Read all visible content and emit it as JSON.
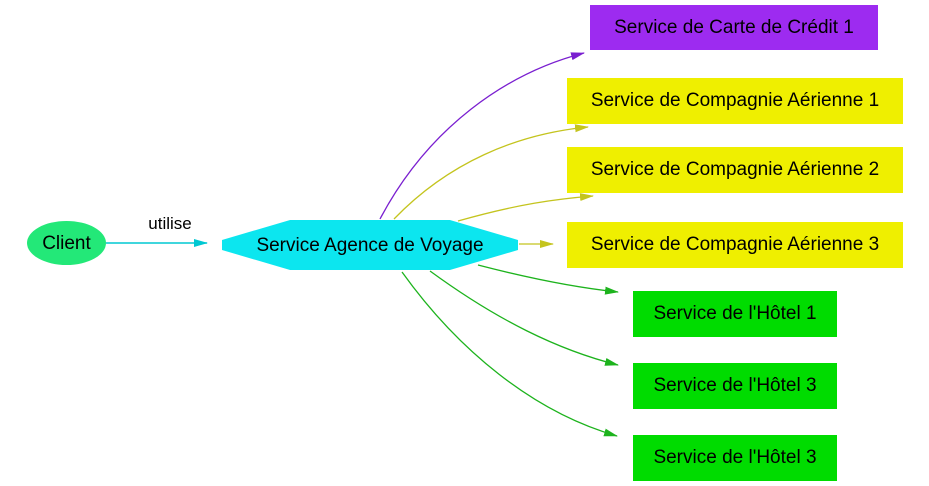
{
  "diagram": {
    "client_node": {
      "label": "Client",
      "shape": "ellipse",
      "fill": "#23E878"
    },
    "client_edge": {
      "label": "utilise",
      "color": "#00C8D2",
      "target": "Service Agence de Voyage"
    },
    "hub_node": {
      "label": "Service Agence de Voyage",
      "shape": "octagon",
      "fill": "#0CE6EF"
    },
    "service_nodes": [
      {
        "label": "Service de Carte de Crédit 1",
        "fill": "#9D2BF0",
        "edge_color": "#7A1FD0"
      },
      {
        "label": "Service de Compagnie Aérienne 1",
        "fill": "#EFEF00",
        "edge_color": "#C4C41E"
      },
      {
        "label": "Service de Compagnie Aérienne 2",
        "fill": "#EFEF00",
        "edge_color": "#C4C41E"
      },
      {
        "label": "Service de Compagnie Aérienne 3",
        "fill": "#EFEF00",
        "edge_color": "#C4C41E"
      },
      {
        "label": "Service de l'Hôtel 1",
        "fill": "#00DC00",
        "edge_color": "#1DB31D"
      },
      {
        "label": "Service de l'Hôtel 3",
        "fill": "#00DC00",
        "edge_color": "#1DB31D"
      },
      {
        "label": "Service de l'Hôtel 3",
        "fill": "#00DC00",
        "edge_color": "#1DB31D"
      }
    ],
    "background": "#FFFFFF",
    "text_color": "#000000"
  }
}
